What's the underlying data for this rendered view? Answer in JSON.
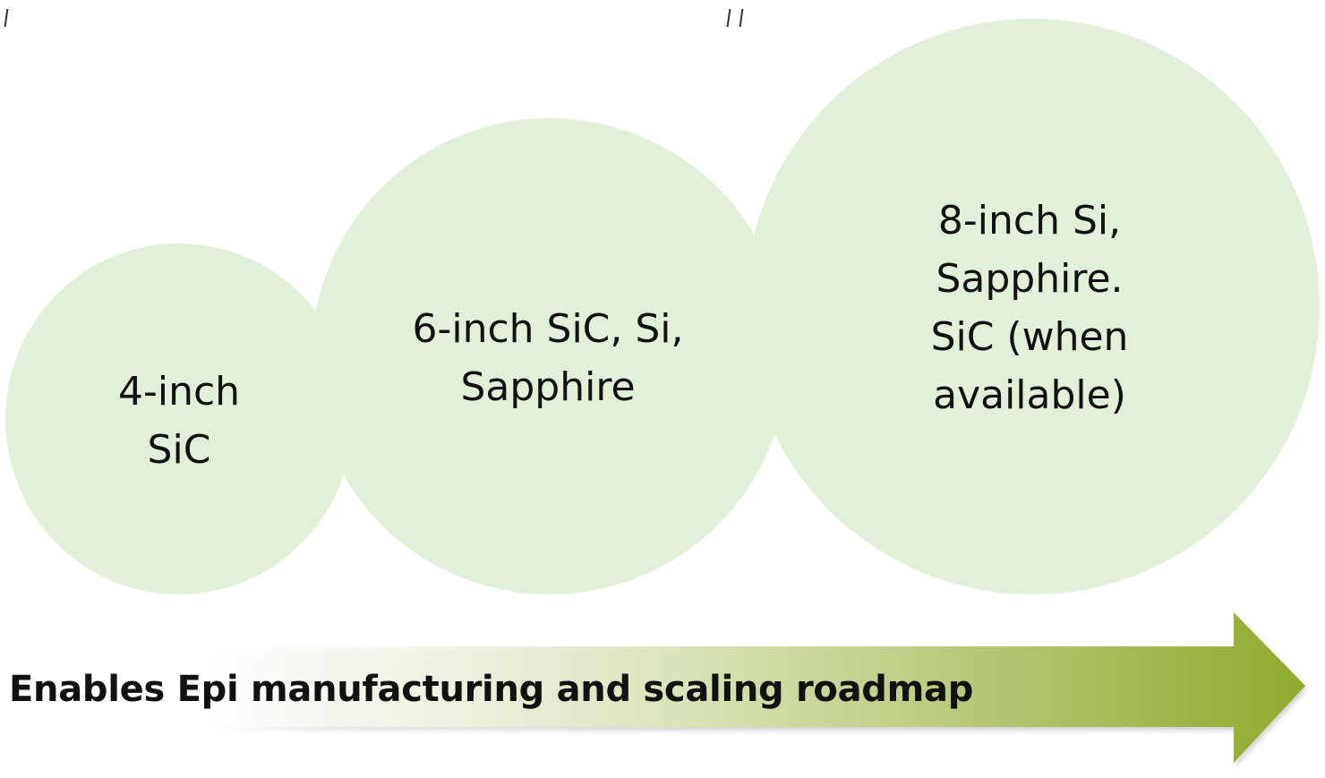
{
  "colors": {
    "circle_fill": "#e2efd9",
    "arrow_start": "#ffffff",
    "arrow_end": "#8faa2e",
    "text": "#111111"
  },
  "stages": [
    {
      "lines": [
        "4-inch",
        "SiC"
      ]
    },
    {
      "lines": [
        "6-inch SiC, Si,",
        "Sapphire"
      ]
    },
    {
      "lines": [
        "8-inch Si,",
        "Sapphire.",
        "SiC (when",
        "available)"
      ]
    }
  ],
  "arrow": {
    "label": "Enables Epi manufacturing and scaling roadmap"
  }
}
